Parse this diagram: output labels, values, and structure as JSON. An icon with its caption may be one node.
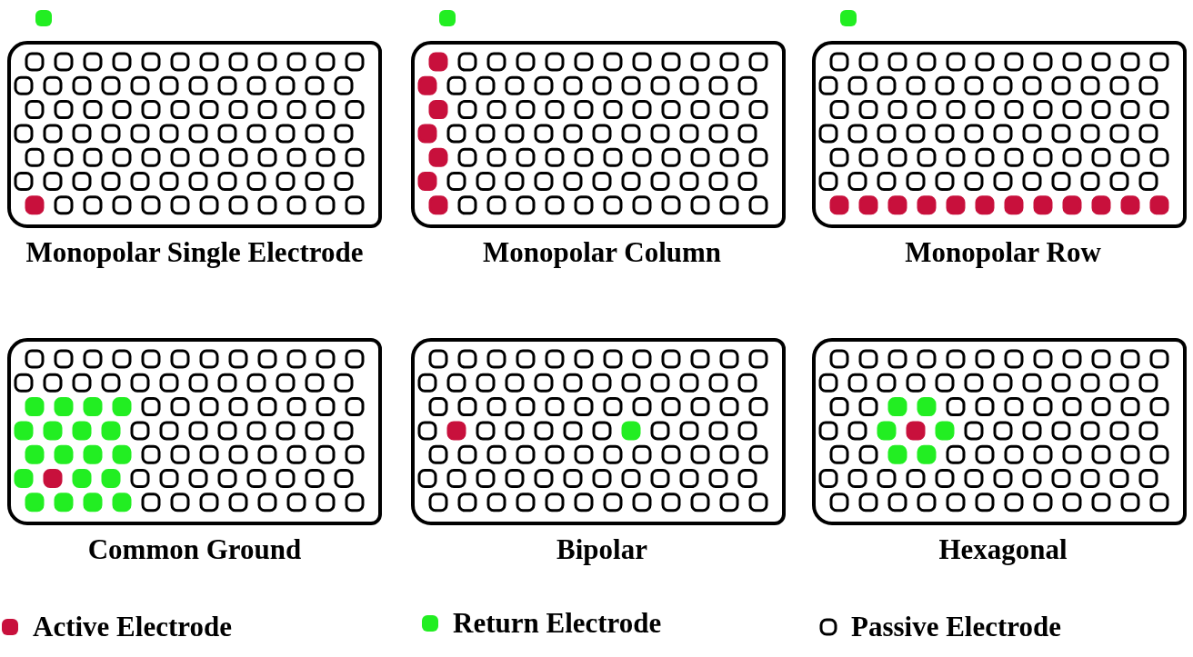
{
  "diagram": {
    "nodes": [
      {
        "text": [
          "Monopolar Single Electrode"
        ]
      },
      {
        "text": [
          "Monopolar Column"
        ]
      },
      {
        "text": [
          "Monopolar Row"
        ]
      },
      {
        "text": [
          "Common Ground"
        ]
      },
      {
        "text": [
          "Bipolar"
        ]
      },
      {
        "text": [
          "Hexagonal"
        ]
      }
    ],
    "legend": [
      {
        "text": "Active Electrode",
        "color": "#c8103c"
      },
      {
        "text": "Return Electrode",
        "color": "#22ee22"
      },
      {
        "text": "Passive Electrode"
      }
    ]
  }
}
